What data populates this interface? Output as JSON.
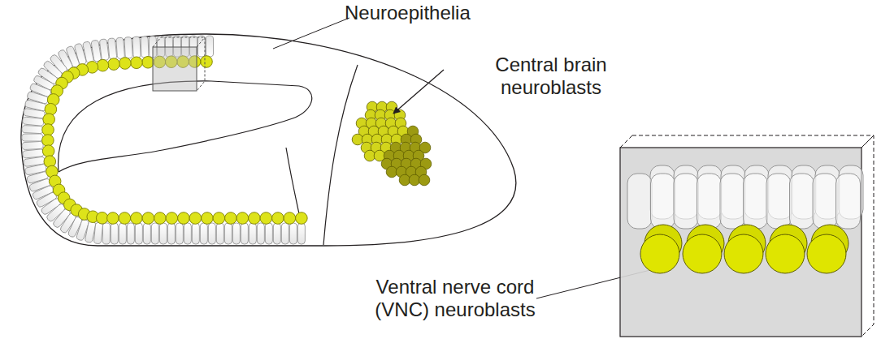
{
  "diagram": {
    "labels": [
      "Neuroepithelia",
      "Central brain neuroblasts",
      "Ventral nerve cord (VNC) neuroblasts"
    ]
  }
}
